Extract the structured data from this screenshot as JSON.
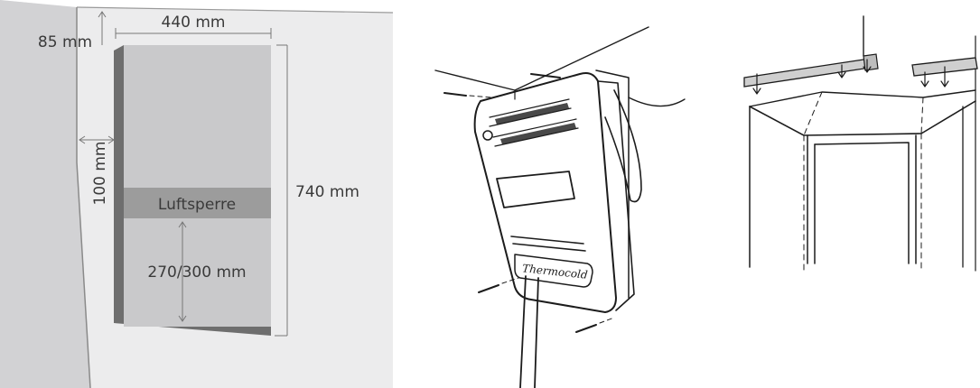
{
  "labels": {
    "dim_85": "85 mm",
    "dim_440": "440 mm",
    "dim_100": "100 mm",
    "dim_740": "740 mm",
    "dim_270_300": "270/300 mm",
    "luftsperre": "Luftsperre",
    "brand": "Thermocold"
  }
}
